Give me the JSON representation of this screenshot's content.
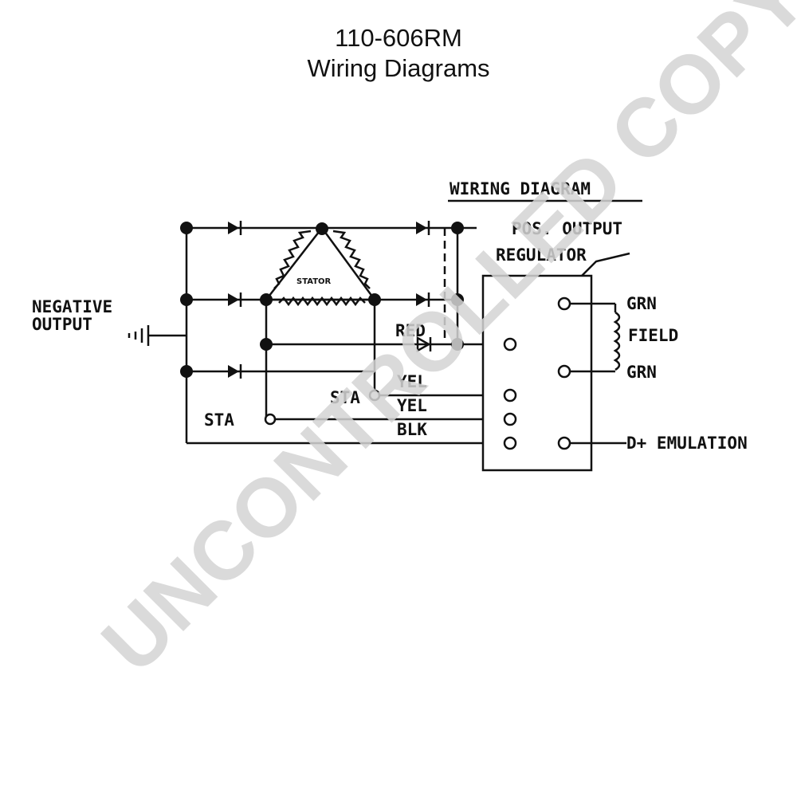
{
  "header": {
    "model": "110-606RM",
    "subtitle": "Wiring Diagrams"
  },
  "diagram": {
    "heading": "WIRING DIAGRAM",
    "pos_output_label": "POS. OUTPUT",
    "regulator_label": "REGULATOR",
    "negative_label_line1": "NEGATIVE",
    "negative_label_line2": "OUTPUT",
    "stator_label": "STATOR",
    "red_label": "RED",
    "yel_label_1": "YEL",
    "yel_label_2": "YEL",
    "blk_label": "BLK",
    "sta_label_left": "STA",
    "sta_label_mid": "STA",
    "grn_label_top": "GRN",
    "field_label": "FIELD",
    "grn_label_bottom": "GRN",
    "d_plus_label": "D+ EMULATION"
  },
  "watermark": {
    "text": "UNCONTROLLED COPY",
    "color": "#d4d4d4"
  }
}
